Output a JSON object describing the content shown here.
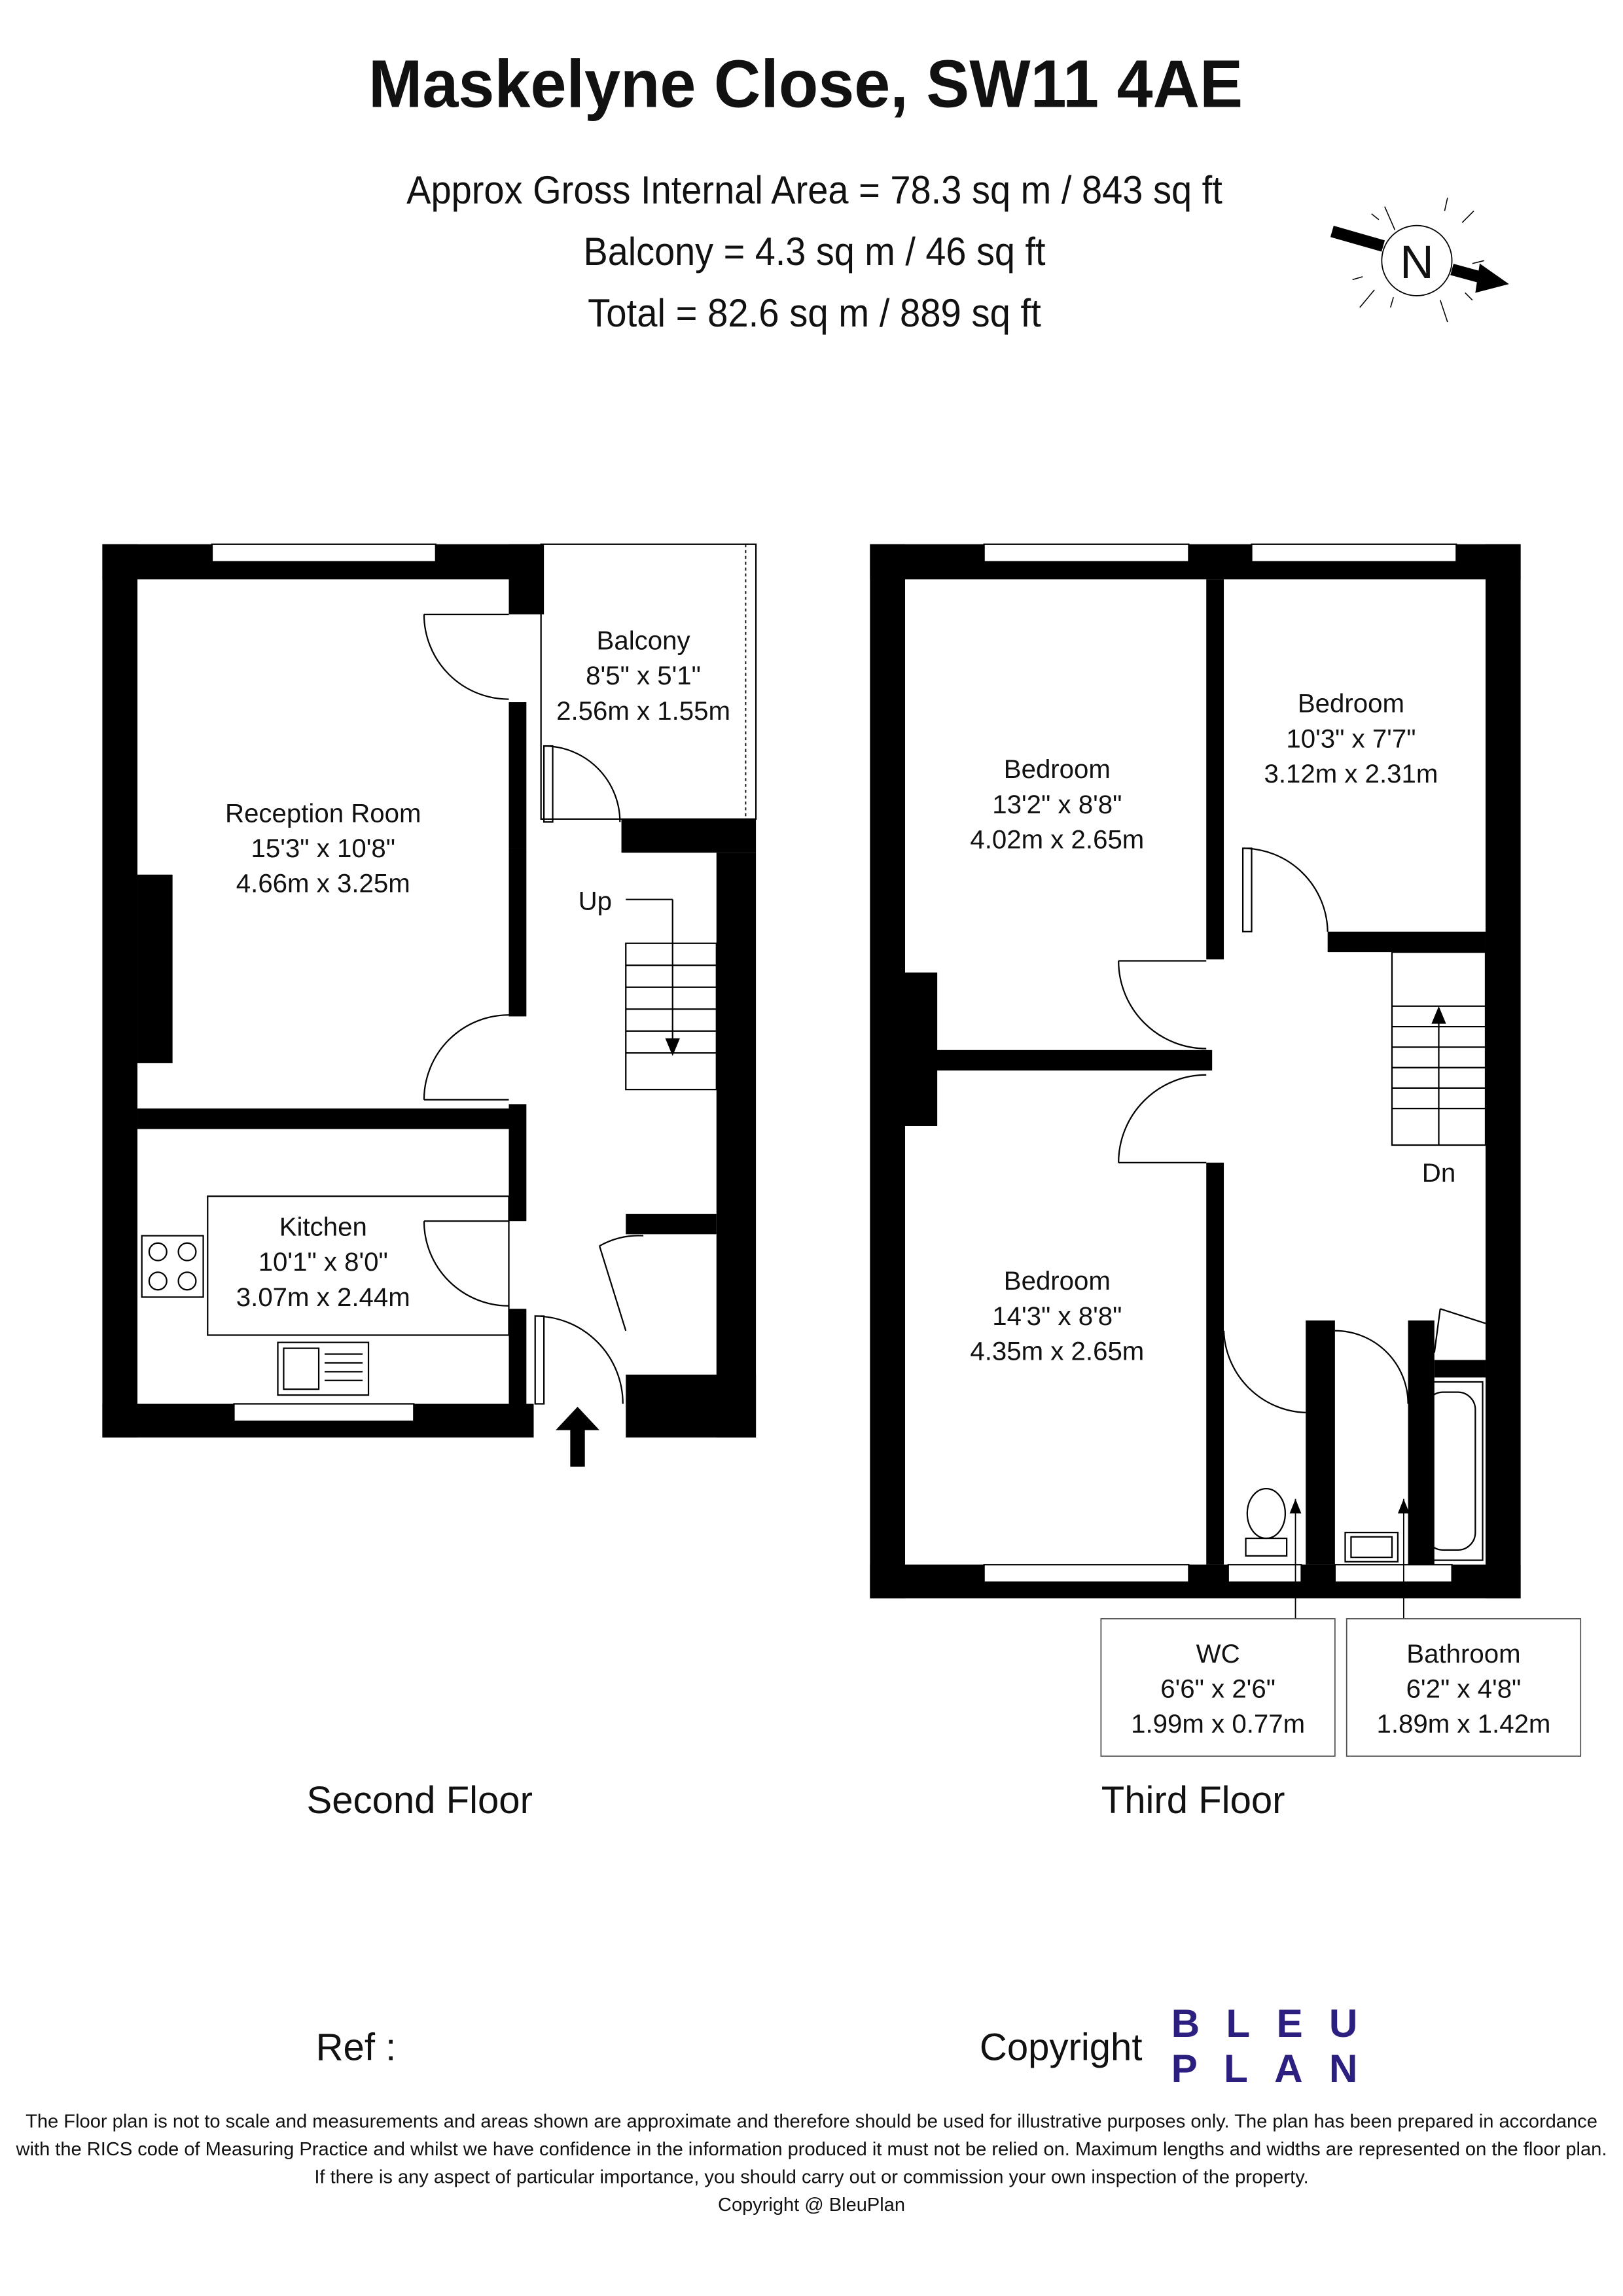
{
  "header": {
    "title": "Maskelyne Close, SW11 4AE",
    "area_lines": [
      "Approx Gross Internal Area = 78.3 sq m / 843 sq ft",
      "Balcony = 4.3 sq m / 46 sq ft",
      "Total = 82.6 sq m / 889 sq ft"
    ],
    "compass_label": "N"
  },
  "second_floor": {
    "label": "Second Floor",
    "rooms": [
      {
        "name": "Balcony",
        "imperial": "8'5\" x 5'1\"",
        "metric": "2.56m x 1.55m"
      },
      {
        "name": "Reception Room",
        "imperial": "15'3\" x 10'8\"",
        "metric": "4.66m x 3.25m"
      },
      {
        "name": "Kitchen",
        "imperial": "10'1\" x 8'0\"",
        "metric": "3.07m x 2.44m"
      }
    ],
    "stairs_label": "Up"
  },
  "third_floor": {
    "label": "Third Floor",
    "rooms": [
      {
        "name": "Bedroom",
        "imperial": "13'2\" x 8'8\"",
        "metric": "4.02m x 2.65m"
      },
      {
        "name": "Bedroom",
        "imperial": "10'3\" x 7'7\"",
        "metric": "3.12m x 2.31m"
      },
      {
        "name": "Bedroom",
        "imperial": "14'3\" x 8'8\"",
        "metric": "4.35m x 2.65m"
      },
      {
        "name": "WC",
        "imperial": "6'6\" x 2'6\"",
        "metric": "1.99m x 0.77m"
      },
      {
        "name": "Bathroom",
        "imperial": "6'2\" x 4'8\"",
        "metric": "1.89m x 1.42m"
      }
    ],
    "stairs_label": "Dn"
  },
  "footer": {
    "ref_label": "Ref  :",
    "copyright_label": "Copyright",
    "logo_lines": [
      "BLEU",
      "PLAN"
    ],
    "logo_color": "#2b1f80",
    "disclaimer": [
      "The Floor plan is not to scale and measurements and areas shown are approximate and therefore should be used for illustrative purposes only. The plan has been prepared in accordance",
      "with the RICS code of Measuring Practice and whilst we have confidence in the information produced it must not be relied on. Maximum lengths and widths are represented on the floor plan.",
      "If there is any aspect of particular importance, you should carry out or commission your own inspection of the property.",
      "Copyright @ BleuPlan"
    ]
  }
}
